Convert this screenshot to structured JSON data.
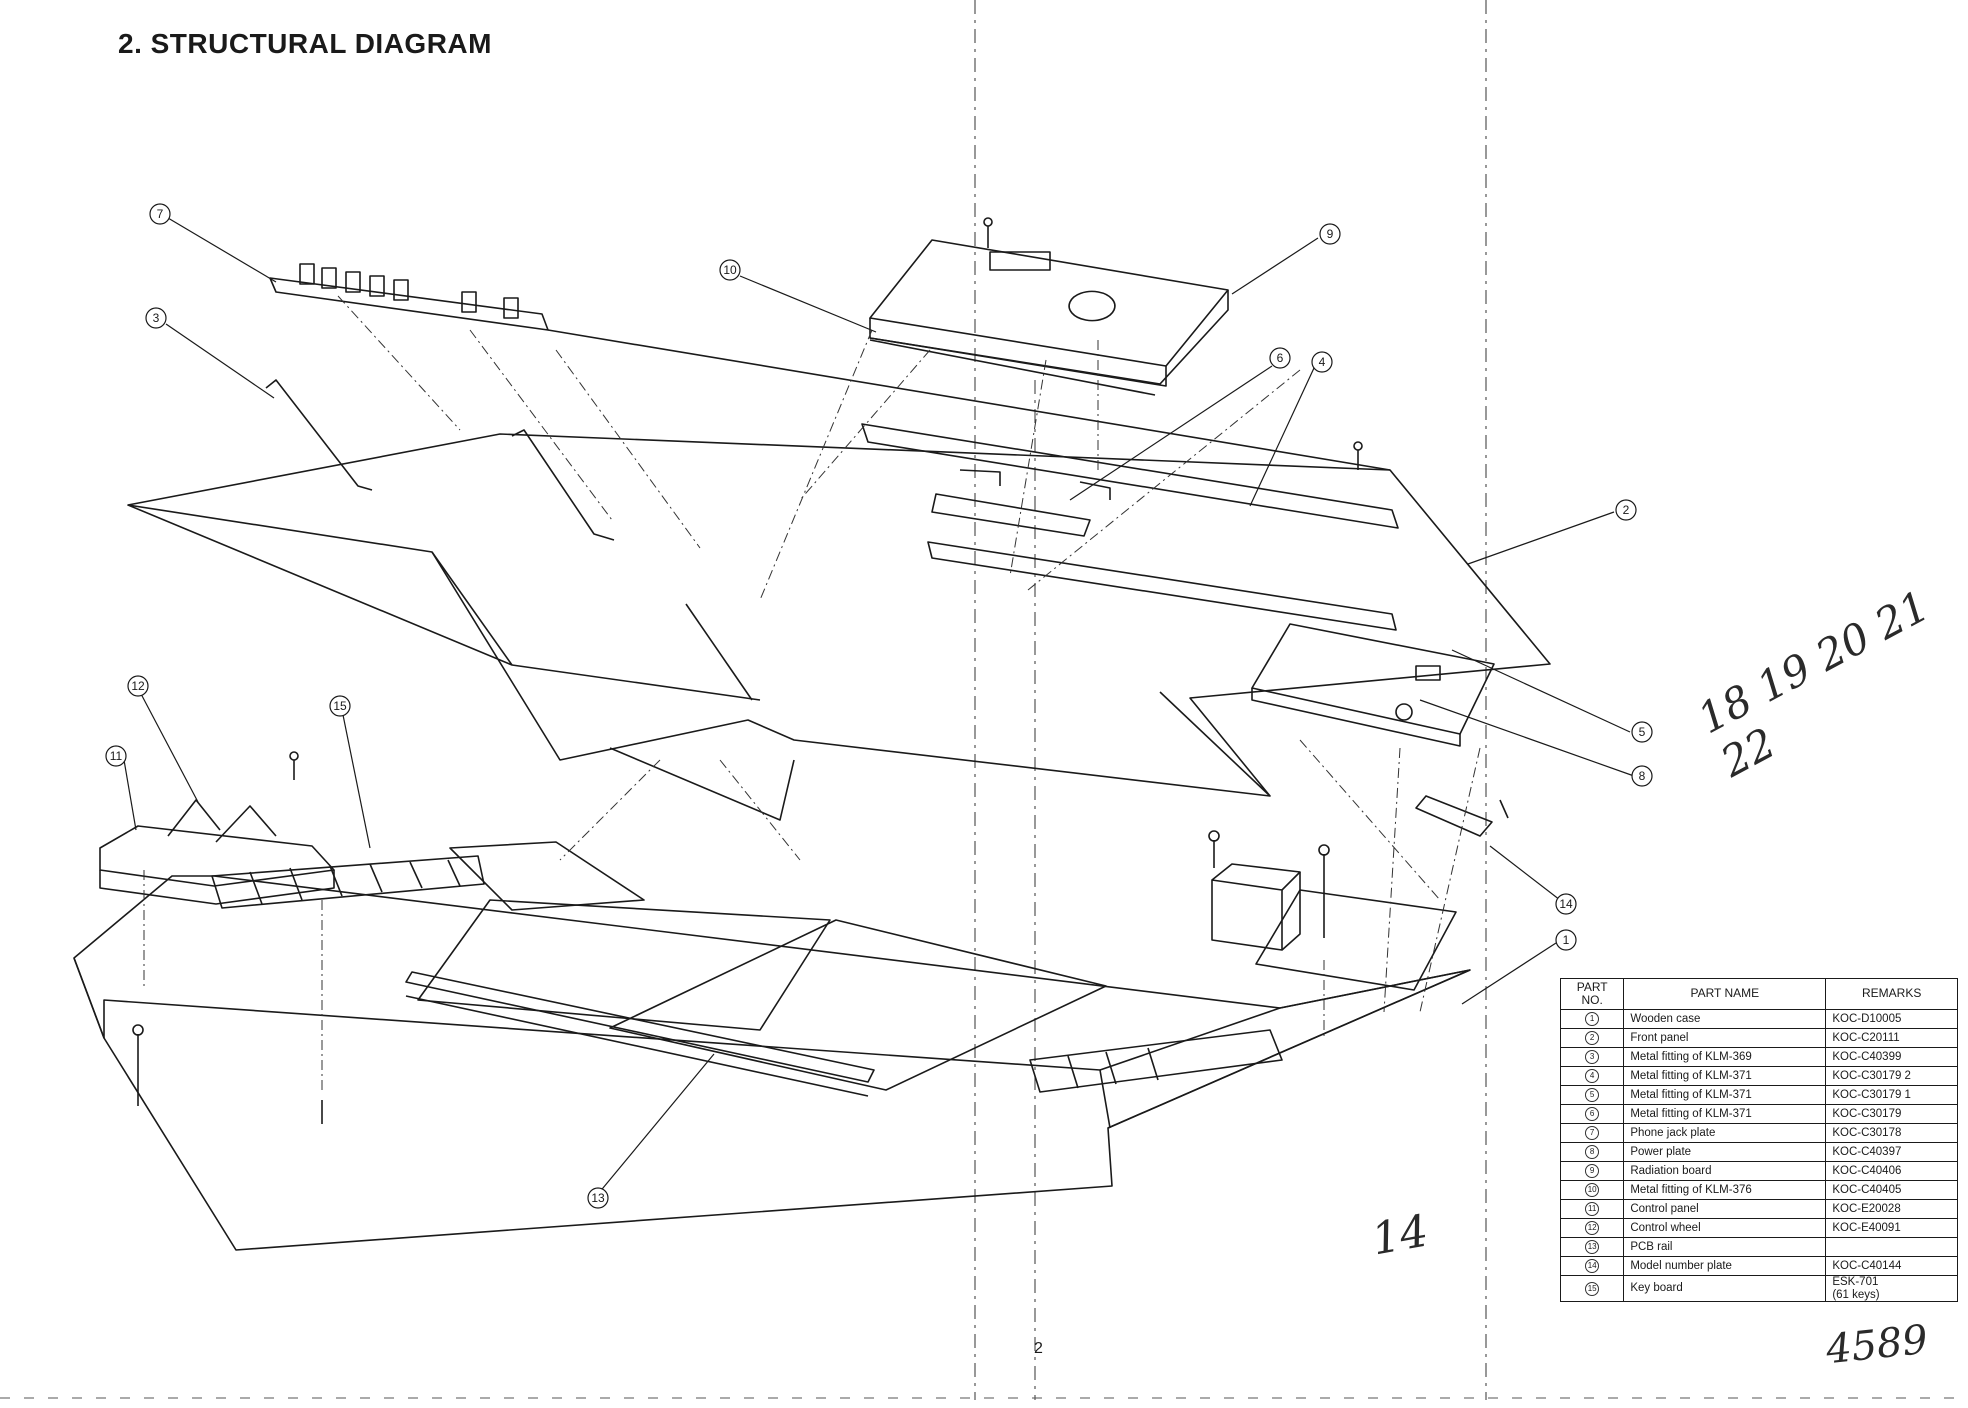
{
  "page": {
    "title": "2. STRUCTURAL DIAGRAM",
    "page_number": "2"
  },
  "callouts": [
    "7",
    "3",
    "10",
    "9",
    "6",
    "4",
    "2",
    "5",
    "8",
    "14",
    "1",
    "12",
    "11",
    "15",
    "13"
  ],
  "parts_table": {
    "headers": {
      "part_no": "PART NO.",
      "part_name": "PART NAME",
      "remarks": "REMARKS"
    },
    "rows": [
      {
        "no": "1",
        "name": "Wooden case",
        "remarks": "KOC-D10005"
      },
      {
        "no": "2",
        "name": "Front panel",
        "remarks": "KOC-C20111"
      },
      {
        "no": "3",
        "name": "Metal fitting of KLM-369",
        "remarks": "KOC-C40399"
      },
      {
        "no": "4",
        "name": "Metal fitting of KLM-371",
        "remarks": "KOC-C30179 2"
      },
      {
        "no": "5",
        "name": "Metal fitting of KLM-371",
        "remarks": "KOC-C30179 1"
      },
      {
        "no": "6",
        "name": "Metal fitting of KLM-371",
        "remarks": "KOC-C30179"
      },
      {
        "no": "7",
        "name": "Phone jack plate",
        "remarks": "KOC-C30178"
      },
      {
        "no": "8",
        "name": "Power plate",
        "remarks": "KOC-C40397"
      },
      {
        "no": "9",
        "name": "Radiation board",
        "remarks": "KOC-C40406"
      },
      {
        "no": "10",
        "name": "Metal fitting of KLM-376",
        "remarks": "KOC-C40405"
      },
      {
        "no": "11",
        "name": "Control panel",
        "remarks": "KOC-E20028"
      },
      {
        "no": "12",
        "name": "Control wheel",
        "remarks": "KOC-E40091"
      },
      {
        "no": "13",
        "name": "PCB rail",
        "remarks": ""
      },
      {
        "no": "14",
        "name": "Model number plate",
        "remarks": "KOC-C40144"
      },
      {
        "no": "15",
        "name": "Key board",
        "remarks": "ESK-701\n(61 keys)"
      }
    ]
  },
  "handwriting": {
    "note_right": "18 19 20 21 22",
    "note_bottom": "14",
    "note_corner": "4589"
  }
}
